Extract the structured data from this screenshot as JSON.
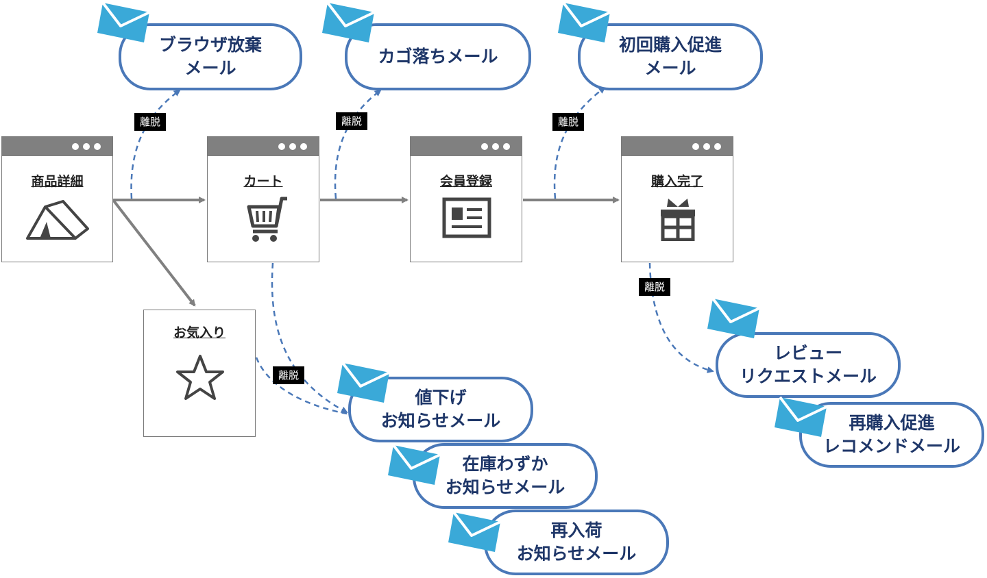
{
  "pages": {
    "product_detail": {
      "title": "商品詳細",
      "icon": "tent-icon"
    },
    "cart": {
      "title": "カート",
      "icon": "cart-icon"
    },
    "member_registration": {
      "title": "会員登録",
      "icon": "form-icon"
    },
    "purchase_complete": {
      "title": "購入完了",
      "icon": "gift-icon"
    },
    "favorites": {
      "title": "お気入り",
      "icon": "star-icon"
    }
  },
  "exit_label": "離脱",
  "emails": {
    "browse_abandon": {
      "line1": "ブラウザ放棄",
      "line2": "メール"
    },
    "cart_abandon": {
      "line1": "カゴ落ちメール",
      "line2": ""
    },
    "first_purchase": {
      "line1": "初回購入促進",
      "line2": "メール"
    },
    "price_drop": {
      "line1": "値下げ",
      "line2": "お知らせメール"
    },
    "low_stock": {
      "line1": "在庫わずか",
      "line2": "お知らせメール"
    },
    "restock": {
      "line1": "再入荷",
      "line2": "お知らせメール"
    },
    "review_request": {
      "line1": "レビュー",
      "line2": "リクエストメール"
    },
    "repurchase": {
      "line1": "再購入促進",
      "line2": "レコメンドメール"
    }
  },
  "colors": {
    "arrow_gray": "#808080",
    "dashed_blue": "#4a78b8",
    "bubble_border": "#4a78b8",
    "bubble_text": "#1e3668",
    "envelope": "#3aa9d8",
    "tag_bg": "#000000"
  }
}
